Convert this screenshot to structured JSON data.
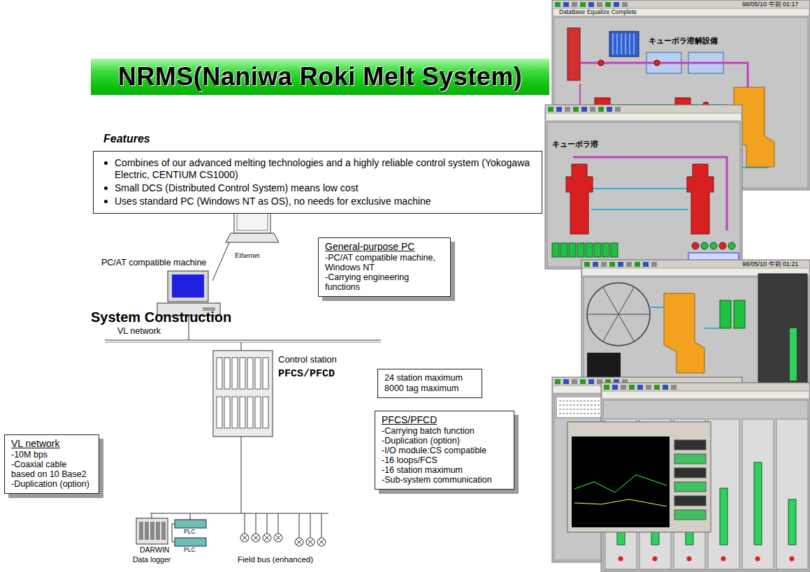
{
  "diagram": {
    "title": "NRMS(Naniwa Roki Melt System)",
    "nodes": [
      {
        "text": [
          "Features",
          "Combines of our advanced melting technologies and a highly reliable control system (Yokogawa Electric, CENTIUM CS1000)",
          "Small DCS (Distributed Control System) means low cost",
          "Uses standard PC (Windows NT as OS), no needs for exclusive machine"
        ]
      },
      {
        "text": [
          "General-purpose PC",
          "-PC/AT compatible machine, Windows NT",
          "-Carrying engineering functions"
        ]
      },
      {
        "text": [
          "24 station maximum",
          "8000 tag maximum"
        ]
      },
      {
        "text": [
          "VL network",
          "-10M bps",
          "-Coaxial cable based on 10 Base2",
          "-Duplication (option)"
        ]
      },
      {
        "text": [
          "PFCS/PFCD",
          "-Carrying batch function",
          "-Duplication (option)",
          "-I/O module:CS compatible",
          "-16 loops/FCS",
          "-16 station maximum",
          "-Sub-system communication"
        ]
      }
    ],
    "labels": [
      "System Construction",
      "PC/AT compatible machine",
      "Ethernet",
      "VL network",
      "Control station",
      "PFCS/PFCD",
      "DARWIN",
      "Data logger",
      "PLC",
      "PLC",
      "Field bus (enhanced)",
      "DataBase Equalize Complete",
      "98/05/10 午前 01:17",
      "キューボラ溶解設備",
      "キューボラ溶",
      "98/05/10 午前 01:21"
    ]
  }
}
